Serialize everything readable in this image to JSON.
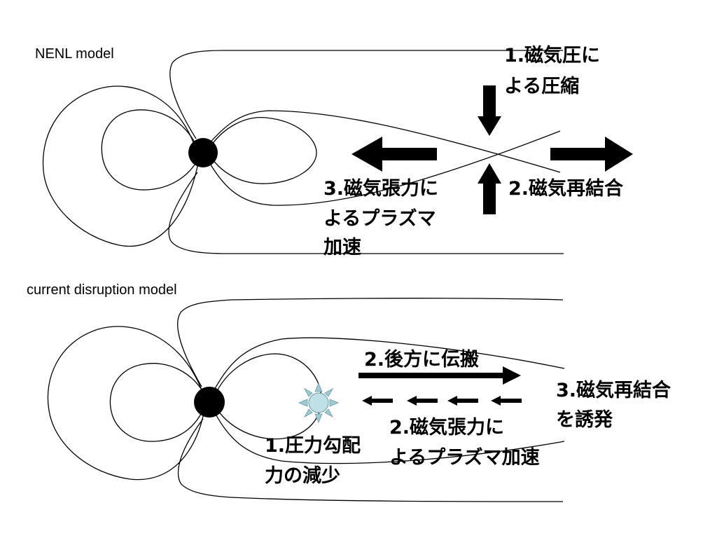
{
  "nenl": {
    "title": "NENL model",
    "label_compression": [
      "1.磁気圧に",
      "よる圧縮"
    ],
    "label_reconnection": "2.磁気再結合",
    "label_acceleration": [
      "3.磁気張力に",
      "よるプラズマ",
      "加速"
    ]
  },
  "cd": {
    "title": "current disruption model",
    "label_propagate": "2.後方に伝搬",
    "label_reconnection": [
      "3.磁気再結合",
      "を誘発"
    ],
    "label_acceleration": [
      "2.磁気張力に",
      "よるプラズマ加速"
    ],
    "label_pressure": [
      "1.圧力勾配",
      "力の減少"
    ]
  },
  "colors": {
    "ink": "#000000",
    "disruption_fill": "#bfe0e6",
    "disruption_ray": "#9dc9d3"
  }
}
